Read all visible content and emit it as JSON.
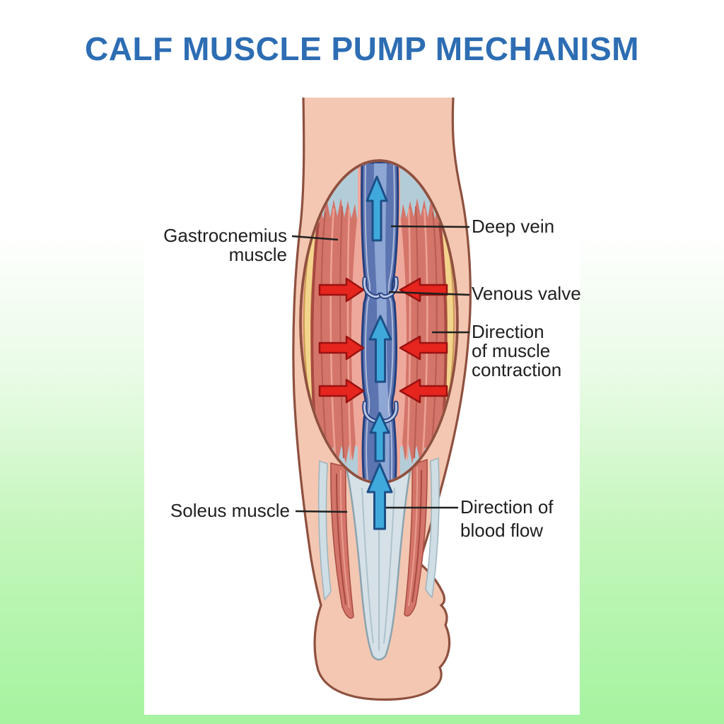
{
  "title": "CALF MUSCLE PUMP MECHANISM",
  "diagram": {
    "type": "anatomical-diagram",
    "subject_view": "posterior lower leg cutaway",
    "labels": {
      "gastrocnemius": "Gastrocnemius\nmuscle",
      "deep_vein": "Deep vein",
      "venous_valve": "Venous valve",
      "muscle_contraction": "Direction\nof muscle\ncontraction",
      "soleus": "Soleus muscle",
      "blood_flow": "Direction of\nblood flow"
    },
    "arrows": {
      "red_inward_count": 6,
      "blue_upward_count": 4
    }
  },
  "colors": {
    "title_blue": "#2d6db3",
    "label_text": "#202020",
    "bg_green": "#a5f3a0",
    "bg_green_mid": "#c3f6ba",
    "bg_green_soft": "#e9fbe6",
    "skin": "#f3c7b1",
    "skin_outline": "#8e503f",
    "oval_pink": "#efa99c",
    "muscle_red": "#d4756a",
    "muscle_dark": "#a84a41",
    "fascia_yellow": "#f3d48c",
    "graypatch": "#b3cdd8",
    "vein_blue": "#5c74b0",
    "vein_outline": "#243f7e",
    "vein_channel": "#8ea6d4",
    "cusp_fill": "#bac7e6",
    "arrow_red": "#e6251f",
    "arrow_red_outline": "#9a1210",
    "arrow_blue": "#3fa9dc",
    "arrow_blue_outline": "#1d4f86",
    "tendon_gray": "#d5e1e7"
  }
}
